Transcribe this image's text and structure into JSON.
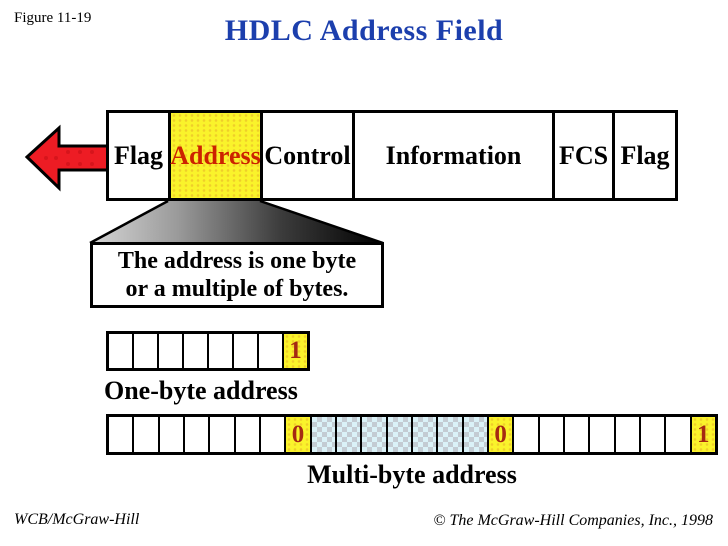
{
  "figure_label": "Figure 11-19",
  "title": "HDLC Address Field",
  "frame": {
    "fields": [
      {
        "label": "Flag",
        "highlight": false
      },
      {
        "label": "Address",
        "highlight": true
      },
      {
        "label": "Control",
        "highlight": false
      },
      {
        "label": "Information",
        "highlight": false
      },
      {
        "label": "FCS",
        "highlight": false
      },
      {
        "label": "Flag",
        "highlight": false
      }
    ]
  },
  "callout": {
    "line1": "The address is one byte",
    "line2": "or a multiple of bytes."
  },
  "one_byte_address": {
    "label": "One-byte address",
    "cells": [
      {
        "fill": "white",
        "value": ""
      },
      {
        "fill": "white",
        "value": ""
      },
      {
        "fill": "white",
        "value": ""
      },
      {
        "fill": "white",
        "value": ""
      },
      {
        "fill": "white",
        "value": ""
      },
      {
        "fill": "white",
        "value": ""
      },
      {
        "fill": "white",
        "value": ""
      },
      {
        "fill": "yellow",
        "value": "1"
      }
    ]
  },
  "multi_byte_address": {
    "label": "Multi-byte address",
    "cells": [
      {
        "fill": "white",
        "value": ""
      },
      {
        "fill": "white",
        "value": ""
      },
      {
        "fill": "white",
        "value": ""
      },
      {
        "fill": "white",
        "value": ""
      },
      {
        "fill": "white",
        "value": ""
      },
      {
        "fill": "white",
        "value": ""
      },
      {
        "fill": "white",
        "value": ""
      },
      {
        "fill": "yellow",
        "value": "0"
      },
      {
        "fill": "blue",
        "value": ""
      },
      {
        "fill": "blue",
        "value": ""
      },
      {
        "fill": "blue",
        "value": ""
      },
      {
        "fill": "blue",
        "value": ""
      },
      {
        "fill": "blue",
        "value": ""
      },
      {
        "fill": "blue",
        "value": ""
      },
      {
        "fill": "blue",
        "value": ""
      },
      {
        "fill": "yellow",
        "value": "0"
      },
      {
        "fill": "white",
        "value": ""
      },
      {
        "fill": "white",
        "value": ""
      },
      {
        "fill": "white",
        "value": ""
      },
      {
        "fill": "white",
        "value": ""
      },
      {
        "fill": "white",
        "value": ""
      },
      {
        "fill": "white",
        "value": ""
      },
      {
        "fill": "white",
        "value": ""
      },
      {
        "fill": "yellow",
        "value": "1"
      }
    ]
  },
  "footer": {
    "left": "WCB/McGraw-Hill",
    "right": "© The McGraw-Hill Companies, Inc., 1998"
  },
  "colors": {
    "title_blue": "#1C3FAD",
    "highlight_yellow": "#FAF32B",
    "arrow_red": "#ED1C24",
    "address_red": "#CC2200",
    "bit_digit_red": "#A52812",
    "multi_byte_blue": "#DAF2F8"
  }
}
